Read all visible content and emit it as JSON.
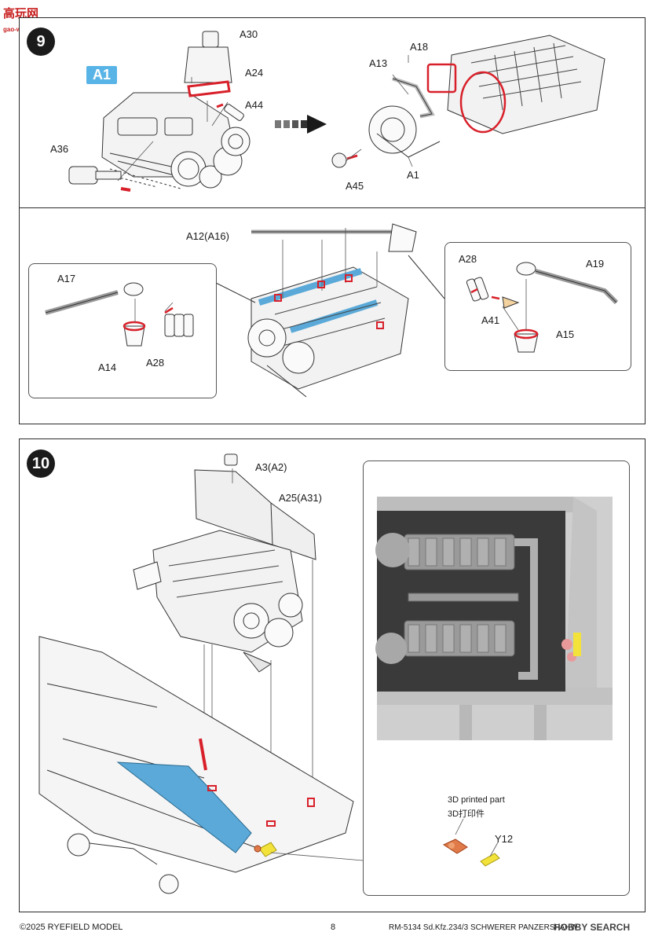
{
  "site_logo": {
    "chars": "高玩网",
    "sub": "gao-wan.com"
  },
  "step9": {
    "number": "9",
    "badge": "A1",
    "labels": {
      "a30": "A30",
      "a24": "A24",
      "a44": "A44",
      "a36": "A36",
      "a18": "A18",
      "a13": "A13",
      "a45": "A45",
      "a1": "A1",
      "a12": "A12(A16)",
      "a17": "A17",
      "a14": "A14",
      "a28_left": "A28",
      "a28_right": "A28",
      "a19": "A19",
      "a41": "A41",
      "a15": "A15"
    }
  },
  "step10": {
    "number": "10",
    "labels": {
      "a3": "A3(A2)",
      "a25": "A25(A31)",
      "y12": "Y12"
    },
    "printed_note_en": "3D printed part",
    "printed_note_cn": "3D打印件"
  },
  "footer": {
    "copyright": "©2025 RYEFIELD MODEL",
    "page": "8",
    "title": "RM-5134 Sd.Kfz.234/3 SCHWERER PANZERSPAHWAGEN",
    "watermark": "HOBBY SEARCH"
  },
  "colors": {
    "highlight_red": "#d8202a",
    "tank_blue": "#5aa9d8",
    "badge_blue": "#58b4e6",
    "photo_gray": "#cfcfcf",
    "yellow_part": "#f2e23a",
    "pink_part": "#e89a9a"
  }
}
